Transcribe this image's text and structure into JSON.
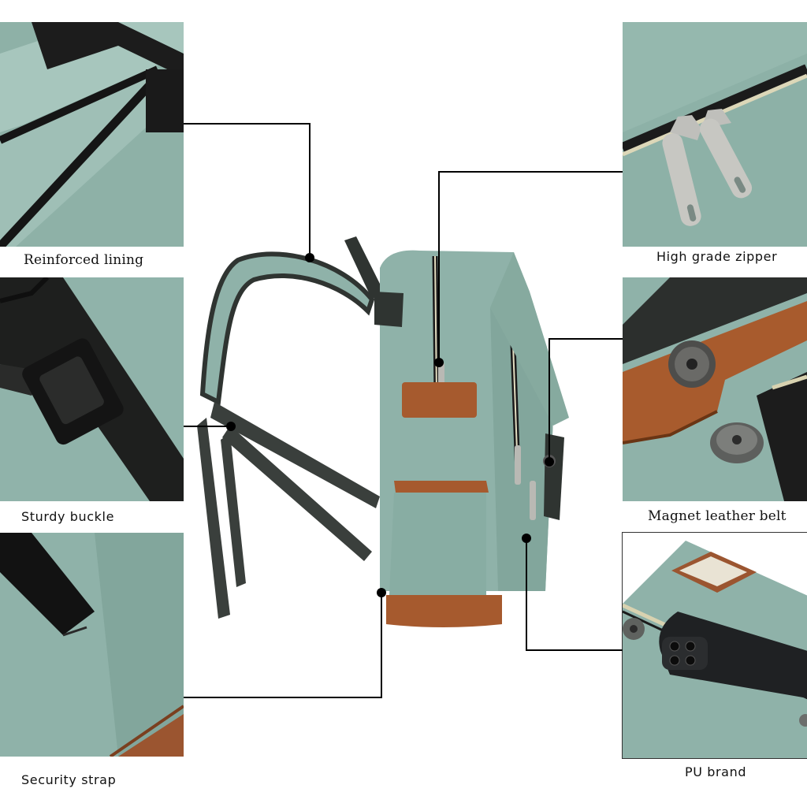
{
  "captions": {
    "reinforced_lining": "Reinforced lining",
    "high_grade_zipper": "High grade zipper",
    "sturdy_buckle": "Sturdy buckle",
    "magnet_leather_belt": "Magnet leather belt",
    "security_strap": "Security strap",
    "pu_brand": "PU brand"
  },
  "colors": {
    "fabric": "#8fb3aa",
    "fabric_dark": "#7aa096",
    "strap": "#2f3431",
    "leather": "#a65a2e",
    "zipper_metal": "#c9c9c4",
    "leader_line": "#000000"
  }
}
